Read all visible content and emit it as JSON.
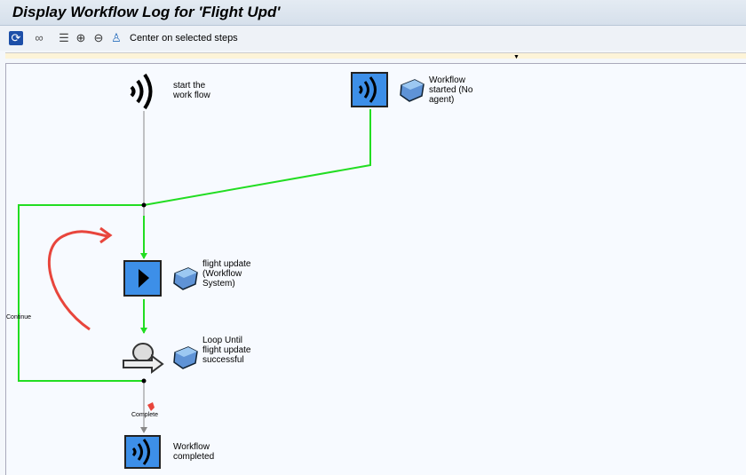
{
  "title": "Display Workflow Log for 'Flight Upd'",
  "toolbar": {
    "center_label": "Center on selected steps",
    "icons": [
      "refresh-icon",
      "glasses-icon",
      "legend-icon",
      "zoom-in-icon",
      "zoom-out-icon",
      "user-landscape-icon"
    ]
  },
  "nodes": {
    "start": "start the work flow",
    "started": "Workflow started (No agent)",
    "flight_update": "flight update (Workflow System)",
    "loop": "Loop Until flight update successful",
    "completed": "Workflow completed"
  },
  "edges": {
    "continue": "Continue",
    "complete": "Complete"
  },
  "colors": {
    "active_line": "#22dd22",
    "node_blue": "#3d8fe8",
    "annotation": "#e8453c"
  }
}
